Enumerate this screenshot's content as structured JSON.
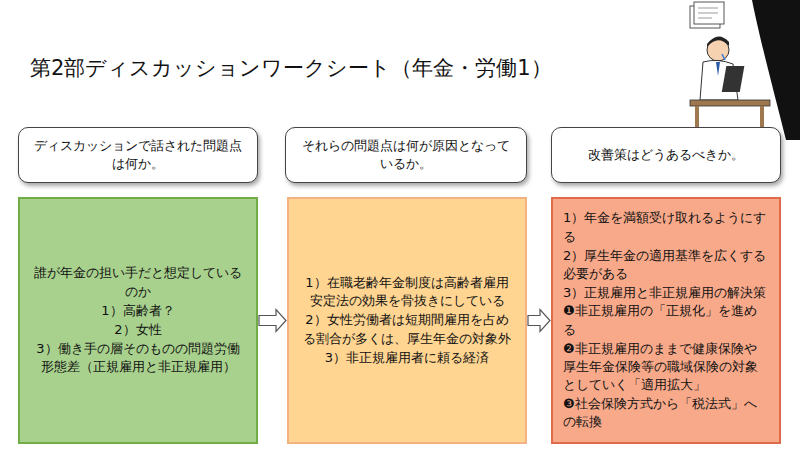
{
  "diagram": {
    "title": "第2部ディスカッションワークシート（年金・労働1）",
    "nodes": [
      {
        "text": [
          "ディスカッションで話された問題点は何か。"
        ]
      },
      {
        "text": [
          "誰が年金の担い手だと想定しているのか",
          "1）高齢者？",
          "2）女性",
          "3）働き手の層そのものの問題労働形態差（正規雇用と非正規雇用）"
        ]
      },
      {
        "text": [
          "それらの問題点は何が原因となっているか。"
        ]
      },
      {
        "text": [
          "1）在職老齢年金制度は高齢者雇用安定法の効果を骨抜きにしている",
          "2）女性労働者は短期間雇用を占める割合が多くは、厚生年金の対象外",
          "3）非正規雇用者に頼る経済"
        ]
      },
      {
        "text": [
          "改善策はどうあるべきか。"
        ]
      },
      {
        "text": [
          "1）年金を満額受け取れるようにする",
          "2）厚生年金の適用基準を広くする必要がある",
          "3）正規雇用と非正規雇用の解決策❶非正規雇用の「正規化」を進める",
          "❷非正規雇用のままで健康保険や厚生年金保険等の職域保険の対象としていく「適用拡大」",
          "❸社会保険方式から「税法式」への転換"
        ]
      }
    ],
    "edges": [
      {
        "from": 1,
        "to": 3,
        "arrow": "to"
      },
      {
        "from": 3,
        "to": 5,
        "arrow": "to"
      }
    ]
  }
}
